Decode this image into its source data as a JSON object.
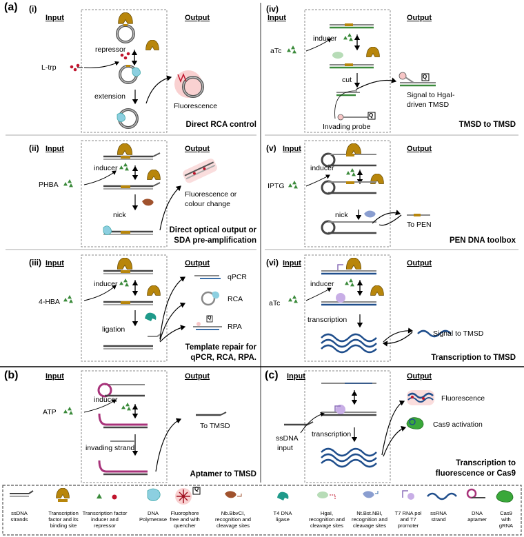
{
  "panels": {
    "a": "(a)",
    "b": "(b)",
    "c": "(c)"
  },
  "sub": {
    "i": "(i)",
    "ii": "(ii)",
    "iii": "(iii)",
    "iv": "(iv)",
    "v": "(v)",
    "vi": "(vi)"
  },
  "headers": {
    "input": "Input",
    "output": "Output"
  },
  "i": {
    "input": "L-trp",
    "repressor": "repressor",
    "extension": "extension",
    "output": "Fluorescence",
    "caption": "Direct RCA control"
  },
  "ii": {
    "input": "PHBA",
    "inducer": "inducer",
    "nick": "nick",
    "output1": "Fluorescence or",
    "output2": "colour change",
    "caption1": "Direct optical output or",
    "caption2": "SDA pre-amplification"
  },
  "iii": {
    "input": "4-HBA",
    "inducer": "inducer",
    "ligation": "ligation",
    "out_qpcr": "qPCR",
    "out_rca": "RCA",
    "out_rpa": "RPA",
    "caption1": "Template repair for",
    "caption2": "qPCR, RCA, RPA."
  },
  "iv": {
    "input": "aTc",
    "inducer": "inducer",
    "cut": "cut",
    "probe": "Invading probe",
    "output1": "Signal to HgaI-",
    "output2": "driven TMSD",
    "caption": "TMSD to TMSD"
  },
  "v": {
    "input": "IPTG",
    "inducer": "inducer",
    "nick": "nick",
    "output": "To PEN",
    "caption": "PEN DNA toolbox"
  },
  "vi": {
    "input": "aTc",
    "inducer": "inducer",
    "transcription": "transcription",
    "output": "Signal to TMSD",
    "caption": "Transcription to TMSD"
  },
  "b": {
    "input": "ATP",
    "inducer": "inducer",
    "invading": "invading strand",
    "output": "To TMSD",
    "caption": "Aptamer to TMSD"
  },
  "c": {
    "input1": "ssDNA",
    "input2": "input",
    "transcription": "transcription",
    "out1": "Fluorescence",
    "out2": "Cas9 activation",
    "caption1": "Transcription to",
    "caption2": "fluorescence or Cas9"
  },
  "legend": [
    {
      "l1": "ssDNA",
      "l2": "strands",
      "l3": ""
    },
    {
      "l1": "Transcription",
      "l2": "factor and its",
      "l3": "binding site"
    },
    {
      "l1": "Transcription factor",
      "l2": "inducer and",
      "l3": "repressor"
    },
    {
      "l1": "DNA",
      "l2": "Polymerase",
      "l3": ""
    },
    {
      "l1": "Fluorophore",
      "l2": "free and with",
      "l3": "quencher"
    },
    {
      "l1": "Nb.BbvCI,",
      "l2": "recognition and",
      "l3": "cleavage sites"
    },
    {
      "l1": "T4 DNA",
      "l2": "ligase",
      "l3": ""
    },
    {
      "l1": "HgaI,",
      "l2": "recognition and",
      "l3": "cleavage sites"
    },
    {
      "l1": "Nt.Bst.NBI,",
      "l2": "recognition and",
      "l3": "cleavage sites"
    },
    {
      "l1": "T7 RNA pol",
      "l2": "and T7",
      "l3": "promoter"
    },
    {
      "l1": "ssRNA",
      "l2": "strand",
      "l3": ""
    },
    {
      "l1": "DNA",
      "l2": "aptamer",
      "l3": ""
    },
    {
      "l1": "Cas9",
      "l2": "with",
      "l3": "gRNA"
    }
  ],
  "quencher_glyph": "Q",
  "colors": {
    "tf": "#b8860b",
    "inducer": "#3a8a3a",
    "repressor": "#c0142c",
    "polymerase": "#8ccfe0",
    "rna": "#1f4e8c",
    "aptamer": "#a8327a",
    "ligase": "#1f9a8a",
    "nick": "#a0522d"
  }
}
